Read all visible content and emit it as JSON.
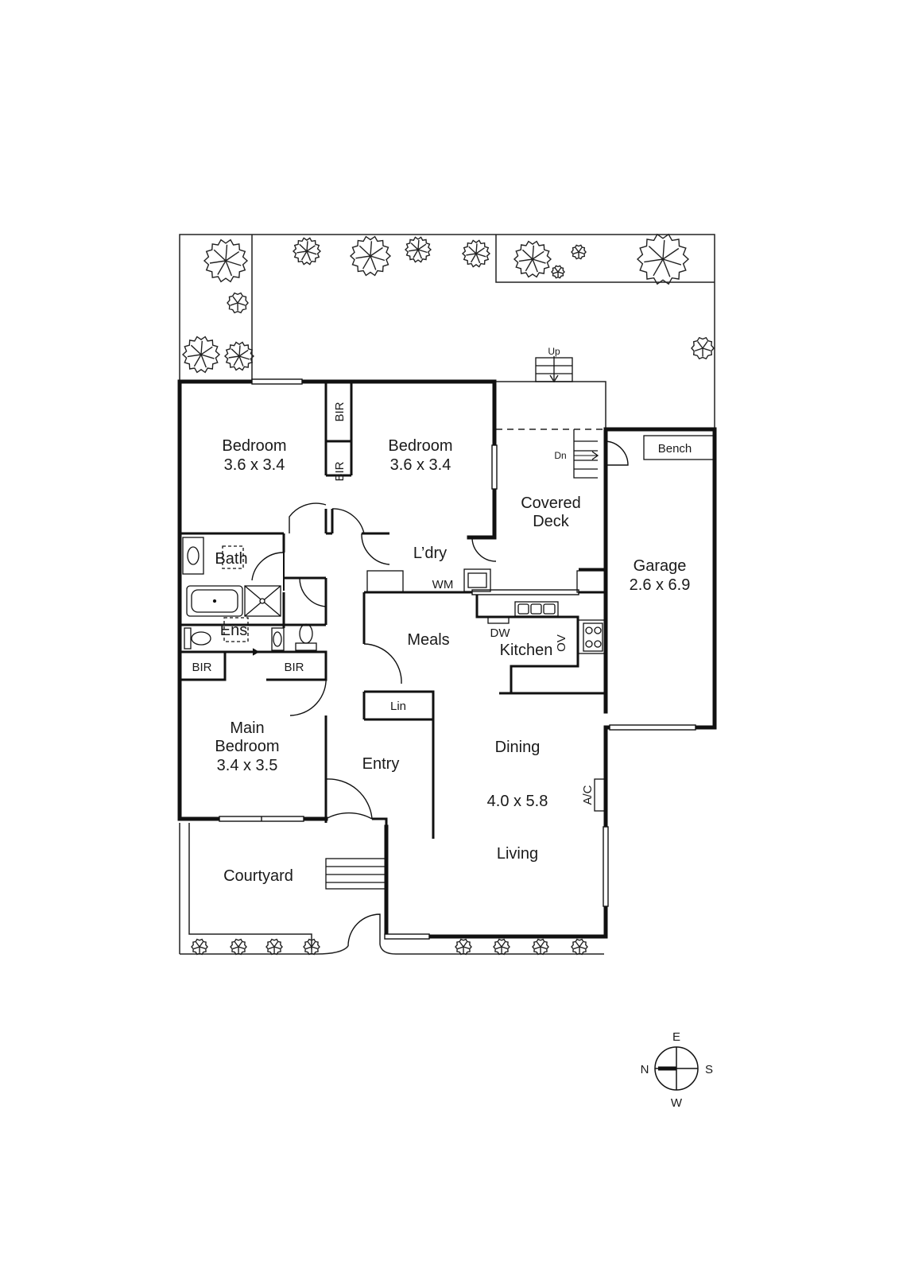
{
  "plan": {
    "rooms": {
      "bedroom_a": {
        "name": "Bedroom",
        "size": "3.6 x 3.4"
      },
      "bedroom_b": {
        "name": "Bedroom",
        "size": "3.6 x 3.4"
      },
      "main_bedroom": {
        "line1": "Main",
        "line2": "Bedroom",
        "size": "3.4 x 3.5"
      },
      "covered_deck": {
        "line1": "Covered",
        "line2": "Deck"
      },
      "garage": {
        "name": "Garage",
        "size": "2.6 x 6.9"
      },
      "laundry": "L’dry",
      "bath": "Bath",
      "ensuite": "Ens",
      "meals": "Meals",
      "kitchen": "Kitchen",
      "entry": "Entry",
      "dining": "Dining",
      "living_size": "4.0 x 5.8",
      "living": "Living",
      "courtyard": "Courtyard"
    },
    "fixtures": {
      "bir": "BIR",
      "bench": "Bench",
      "wm": "WM",
      "dw": "DW",
      "ov": "OV",
      "lin": "Lin",
      "ac": "A/C",
      "stair_up": "Up",
      "stair_down": "Dn"
    },
    "compass": {
      "north": "N",
      "east": "E",
      "south": "S",
      "west": "W"
    }
  }
}
